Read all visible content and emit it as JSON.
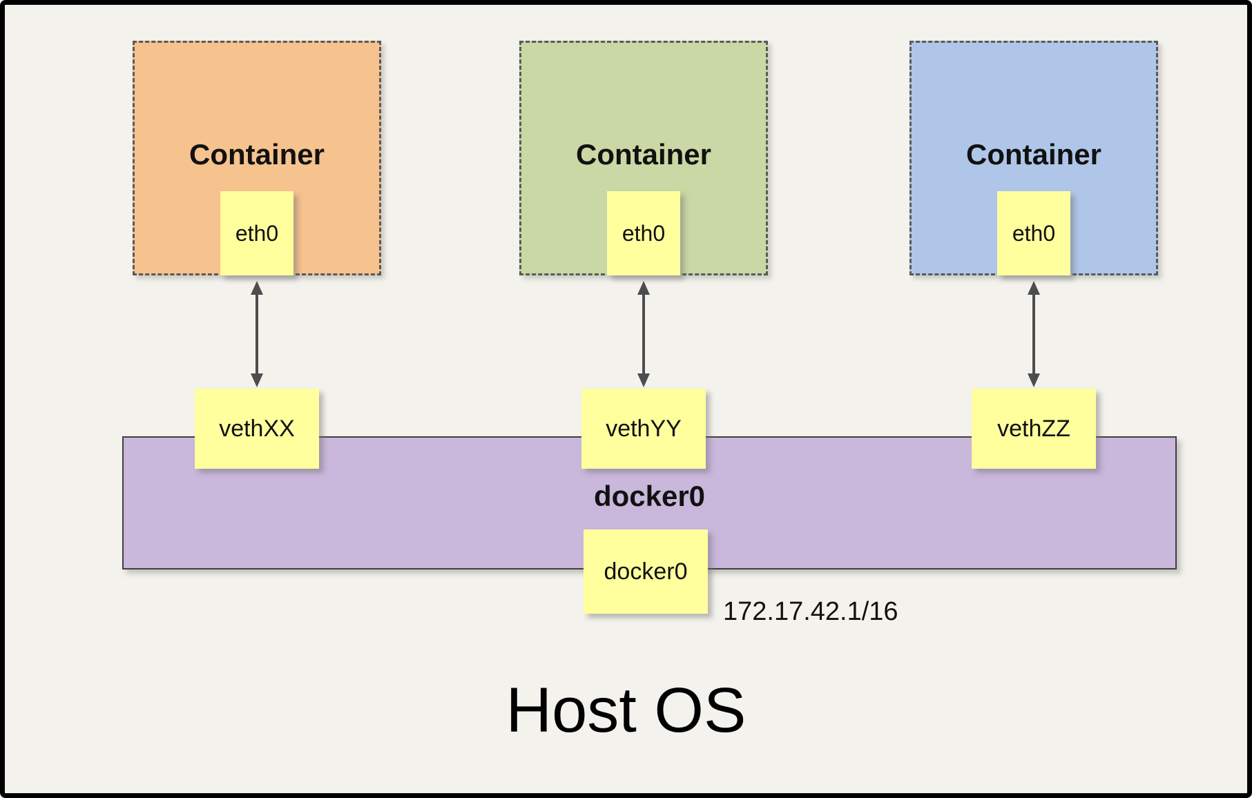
{
  "diagram": {
    "host_label": "Host OS",
    "bridge": {
      "name": "docker0",
      "interface": "docker0",
      "subnet": "172.17.42.1/16",
      "fill": "#C9B7DC"
    },
    "containers": [
      {
        "label": "Container",
        "interface": "eth0",
        "veth": "vethXX",
        "fill": "#F6C28E"
      },
      {
        "label": "Container",
        "interface": "eth0",
        "veth": "vethYY",
        "fill": "#C9D8A4"
      },
      {
        "label": "Container",
        "interface": "eth0",
        "veth": "vethZZ",
        "fill": "#AFC6E8"
      }
    ],
    "colors": {
      "background": "#F4F2EC",
      "label_fill": "#FFFF9E",
      "arrow": "#4D4D4D",
      "dashed_border": "#595959"
    }
  }
}
